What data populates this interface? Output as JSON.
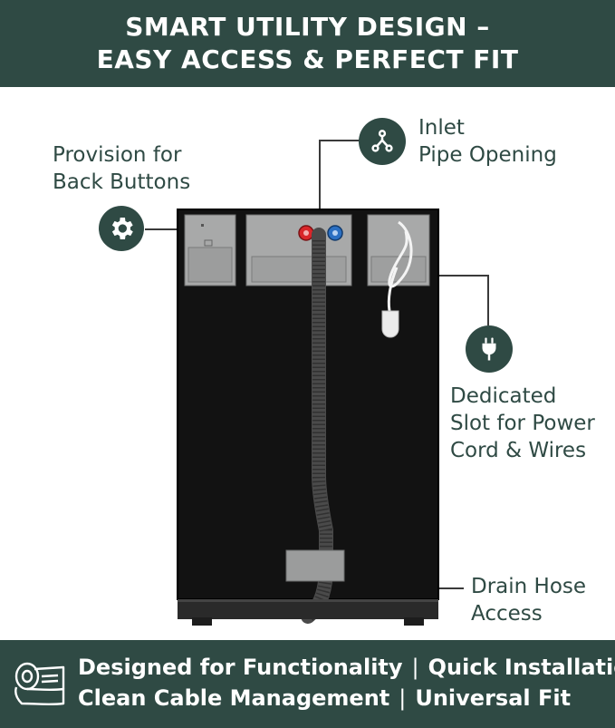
{
  "header": {
    "line1": "SMART UTILITY DESIGN –",
    "line2": "EASY ACCESS & PERFECT FIT"
  },
  "callouts": {
    "back_buttons": {
      "line1": "Provision for",
      "line2": "Back Buttons",
      "icon": "gear-icon"
    },
    "inlet_pipe": {
      "line1": "Inlet",
      "line2": "Pipe Opening",
      "icon": "share-nodes-icon"
    },
    "power_cord": {
      "line1": "Dedicated",
      "line2": "Slot for Power",
      "line3": "Cord & Wires",
      "icon": "plug-icon"
    },
    "drain_hose": {
      "line1": "Drain Hose",
      "line2": "Access"
    }
  },
  "footer": {
    "icon": "paper-roll-icon",
    "row1_left": "Designed for Functionality",
    "row1_sep": "|",
    "row1_right": "Quick Installation",
    "row2_left": "Clean Cable Management",
    "row2_sep": "|",
    "row2_right": "Universal Fit"
  },
  "colors": {
    "brand_dark_green": "#2f4a44",
    "cabinet_black": "#111111",
    "panel_gray": "#a9aaaa",
    "hot_red": "#d9262a",
    "cold_blue": "#2b6fc2"
  }
}
